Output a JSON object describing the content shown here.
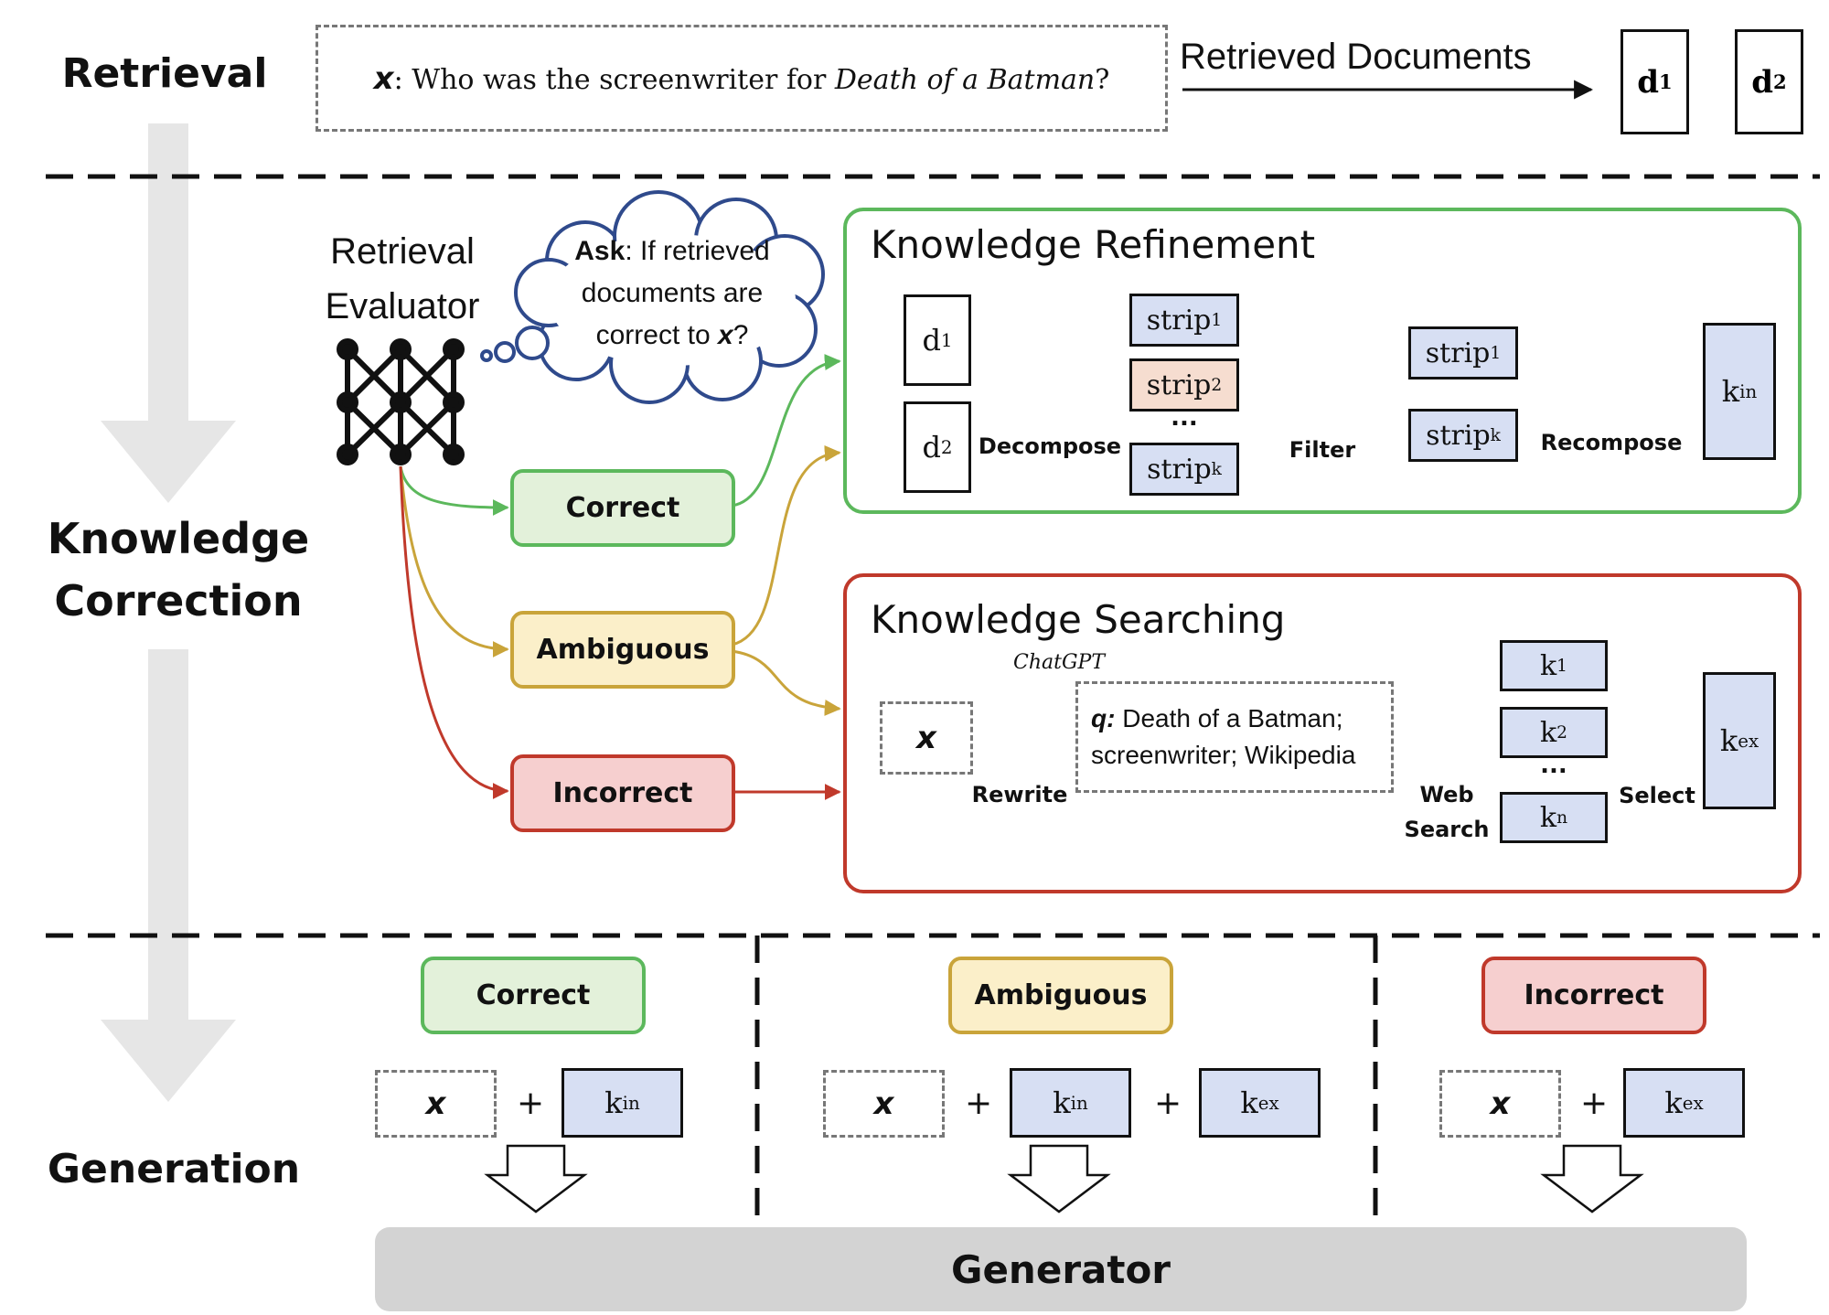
{
  "stages": {
    "retrieval": "Retrieval",
    "knowledge_correction": [
      "Knowledge",
      "Correction"
    ],
    "generation": "Generation"
  },
  "query": {
    "symbol": "x",
    "prefix": ": Who was the screenwriter for ",
    "title": "Death of a Batman",
    "suffix": "?"
  },
  "retrieved_documents_label": "Retrieved Documents",
  "retrieved_docs": [
    {
      "base": "d",
      "sub": "1"
    },
    {
      "base": "d",
      "sub": "2"
    }
  ],
  "evaluator": {
    "label_lines": [
      "Retrieval",
      "Evaluator"
    ],
    "thought": {
      "ask": "Ask",
      "line1": ": If retrieved",
      "line2": "documents are",
      "line3_prefix": "correct to ",
      "line3_symbol": "x",
      "line3_suffix": "?"
    }
  },
  "actions": {
    "correct": "Correct",
    "ambiguous": "Ambiguous",
    "incorrect": "Incorrect"
  },
  "refinement": {
    "title": "Knowledge Refinement",
    "docs": [
      {
        "base": "d",
        "sub": "1"
      },
      {
        "base": "d",
        "sub": "2"
      }
    ],
    "decompose": "Decompose",
    "strips": [
      {
        "base": "strip",
        "sub": "1"
      },
      {
        "base": "strip",
        "sub": "2"
      },
      {
        "base": "strip",
        "sub": "k"
      }
    ],
    "ellipsis": "...",
    "filter": "Filter",
    "filtered": [
      {
        "base": "strip",
        "sub": "1"
      },
      {
        "base": "strip",
        "sub": "k"
      }
    ],
    "recompose": "Recompose",
    "output": {
      "base": "k",
      "sub": "in"
    }
  },
  "searching": {
    "title": "Knowledge Searching",
    "input_symbol": "x",
    "chatgpt": "ChatGPT",
    "rewrite": "Rewrite",
    "q_label": "q:",
    "q_line1": "Death of a Batman;",
    "q_line2": "screenwriter; Wikipedia",
    "web_search": [
      "Web",
      "Search"
    ],
    "results": [
      {
        "base": "k",
        "sub": "1"
      },
      {
        "base": "k",
        "sub": "2"
      },
      {
        "base": "k",
        "sub": "n"
      }
    ],
    "ellipsis": "...",
    "select": "Select",
    "output": {
      "base": "k",
      "sub": "ex"
    }
  },
  "generation": {
    "columns": [
      {
        "label": "Correct",
        "parts": [
          {
            "base": "k",
            "sub": "in"
          }
        ]
      },
      {
        "label": "Ambiguous",
        "parts": [
          {
            "base": "k",
            "sub": "in"
          },
          {
            "base": "k",
            "sub": "ex"
          }
        ]
      },
      {
        "label": "Incorrect",
        "parts": [
          {
            "base": "k",
            "sub": "ex"
          }
        ]
      }
    ],
    "plus": "+",
    "x_symbol": "x",
    "generator": "Generator"
  },
  "colors": {
    "correct": "#5cb85c",
    "ambiguous": "#c9a43a",
    "incorrect": "#c0392b",
    "knowledge_box": "#d7dff3",
    "highlight_strip": "#f6ddd0"
  },
  "icons": [
    "neural-network-icon",
    "thought-bubble-icon",
    "globe-search-icon",
    "hollow-arrow-icon",
    "down-arrow-icon"
  ]
}
